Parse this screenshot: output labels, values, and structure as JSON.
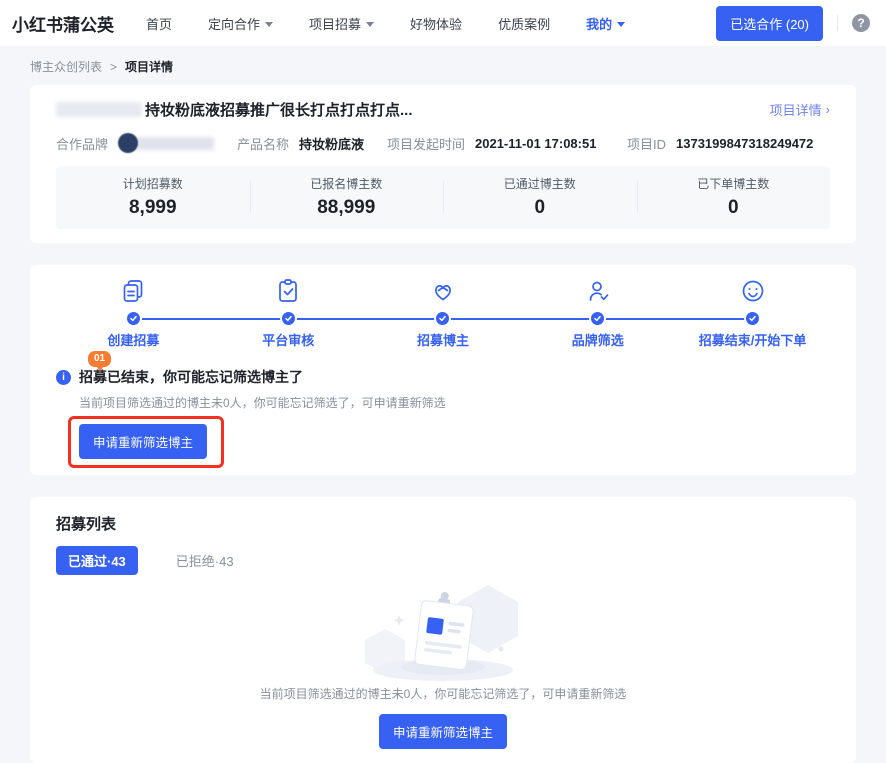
{
  "colors": {
    "primary": "#3661f3",
    "link": "#6f83f2",
    "orange_badge": "#fa7c32",
    "annotation_red": "#f43021",
    "page_background": "#f5f6f9"
  },
  "nav": {
    "logo": "小红书蒲公英",
    "items": [
      {
        "label": "首页",
        "dropdown": false,
        "active": false
      },
      {
        "label": "定向合作",
        "dropdown": true,
        "active": false
      },
      {
        "label": "项目招募",
        "dropdown": true,
        "active": false
      },
      {
        "label": "好物体验",
        "dropdown": false,
        "active": false
      },
      {
        "label": "优质案例",
        "dropdown": false,
        "active": false
      },
      {
        "label": "我的",
        "dropdown": true,
        "active": true
      }
    ],
    "selected_button": "已选合作 (20)",
    "help_icon": "?"
  },
  "breadcrumb": {
    "parent": "博主众创列表",
    "separator": ">",
    "current": "项目详情"
  },
  "project": {
    "title": "持妆粉底液招募推广很长打点打点打点...",
    "detail_link": "项目详情",
    "chevron": "›",
    "fields": {
      "brand_label": "合作品牌",
      "product_label": "产品名称",
      "product_value": "持妆粉底液",
      "time_label": "项目发起时间",
      "time_value": "2021-11-01 17:08:51",
      "id_label": "项目ID",
      "id_value": "1373199847318249472"
    },
    "stats": [
      {
        "label": "计划招募数",
        "value": "8,999"
      },
      {
        "label": "已报名博主数",
        "value": "88,999"
      },
      {
        "label": "已通过博主数",
        "value": "0"
      },
      {
        "label": "已下单博主数",
        "value": "0"
      }
    ]
  },
  "progress": {
    "steps": [
      {
        "label": "创建招募",
        "icon": "documents-icon"
      },
      {
        "label": "平台审核",
        "icon": "clipboard-check-icon"
      },
      {
        "label": "招募博主",
        "icon": "hands-heart-icon"
      },
      {
        "label": "品牌筛选",
        "icon": "user-check-icon"
      },
      {
        "label": "招募结束/开始下单",
        "icon": "smiley-icon"
      }
    ],
    "marker_badge": "01",
    "alert": {
      "info_icon": "i",
      "title": "招募已结束，你可能忘记筛选博主了",
      "description": "当前项目筛选通过的博主未0人，你可能忘记筛选了，可申请重新筛选",
      "button": "申请重新筛选博主"
    }
  },
  "recruit_list": {
    "title": "招募列表",
    "tabs": [
      {
        "label": "已通过·43",
        "active": true
      },
      {
        "label": "已拒绝·43",
        "active": false
      }
    ],
    "empty": {
      "description": "当前项目筛选通过的博主未0人，你可能忘记筛选了，可申请重新筛选",
      "button": "申请重新筛选博主"
    }
  }
}
